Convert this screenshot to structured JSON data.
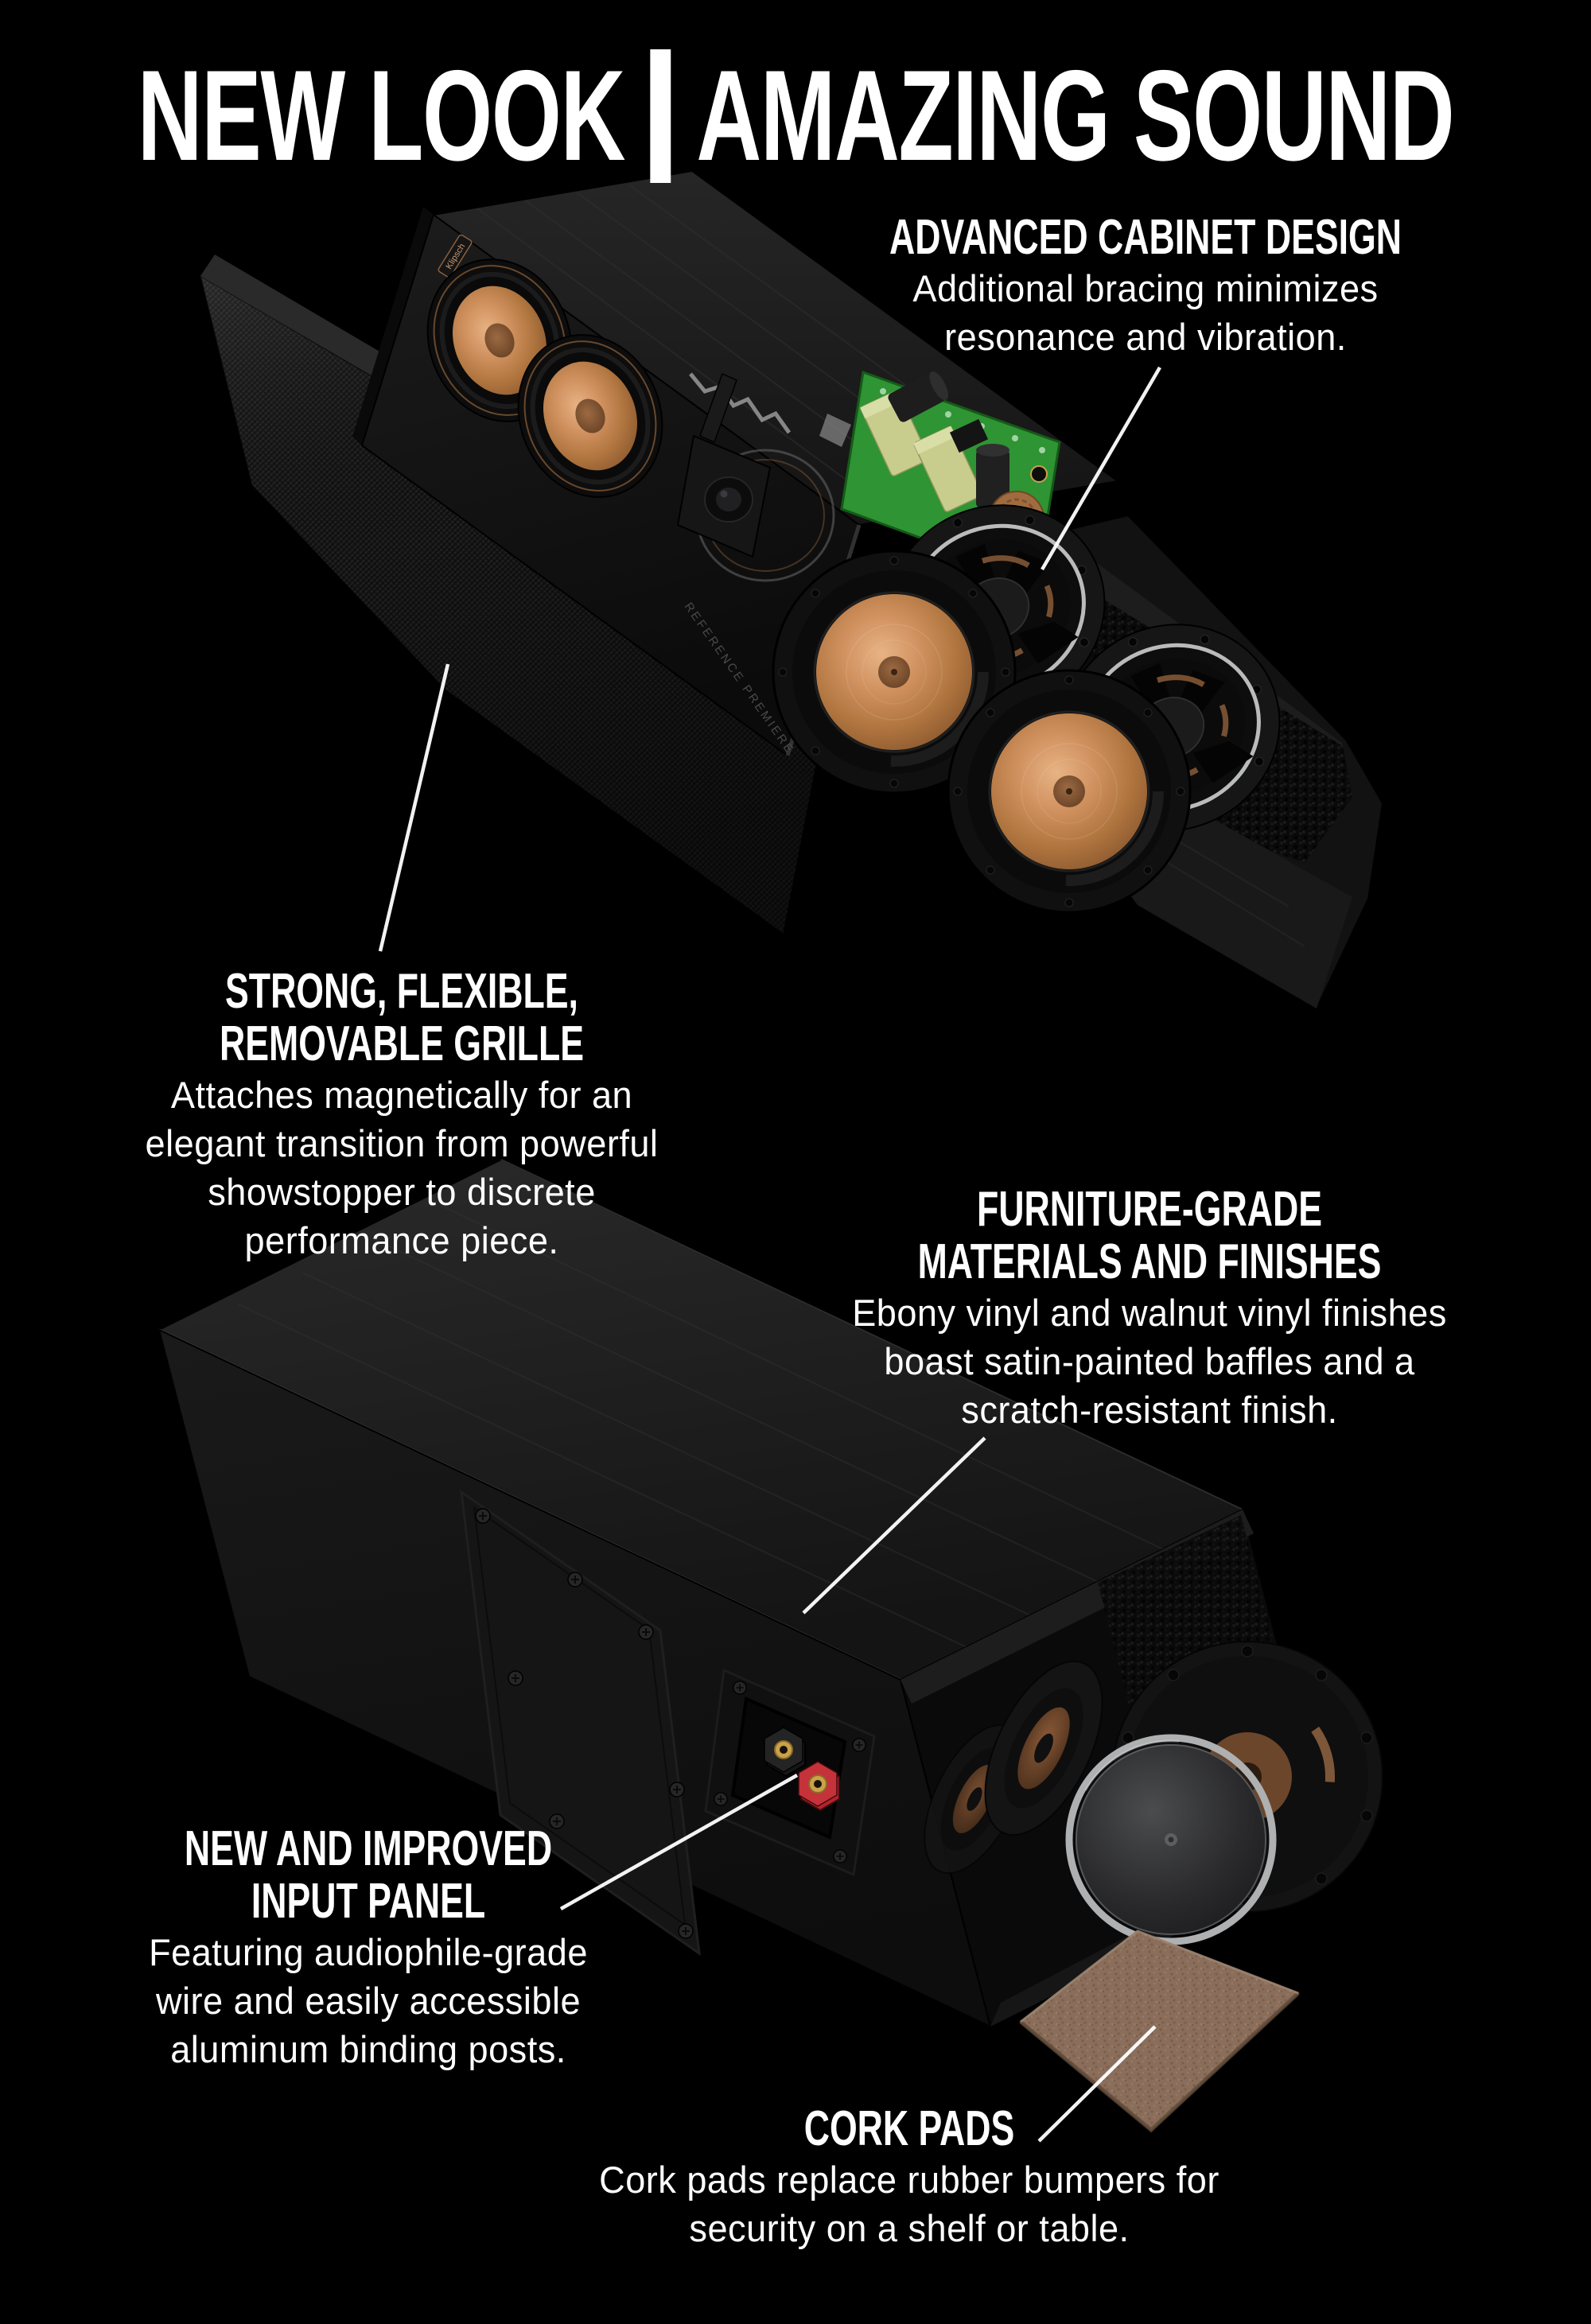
{
  "brand": "Klipsch",
  "headline": {
    "left": "NEW LOOK",
    "separator": "|",
    "right": "AMAZING SOUND"
  },
  "callouts": {
    "advanced_cabinet": {
      "title_lines": [
        "ADVANCED CABINET DESIGN"
      ],
      "body_lines": [
        "Additional bracing minimizes",
        "resonance and vibration."
      ]
    },
    "grille": {
      "title_lines": [
        "STRONG, FLEXIBLE,",
        "REMOVABLE GRILLE"
      ],
      "body_lines": [
        "Attaches magnetically for an",
        "elegant transition from powerful",
        "showstopper to discrete",
        "performance piece."
      ]
    },
    "materials": {
      "title_lines": [
        "FURNITURE-GRADE",
        "MATERIALS AND FINISHES"
      ],
      "body_lines": [
        "Ebony vinyl and walnut vinyl finishes",
        "boast satin-painted baffles and a",
        "scratch-resistant finish."
      ]
    },
    "input_panel": {
      "title_lines": [
        "NEW AND IMPROVED",
        "INPUT PANEL"
      ],
      "body_lines": [
        "Featuring audiophile-grade",
        "wire and easily accessible",
        "aluminum binding posts."
      ]
    },
    "cork_pads": {
      "title_lines": [
        "CORK PADS"
      ],
      "body_lines": [
        "Cork pads replace rubber bumpers for",
        "security on a shelf or table."
      ]
    }
  },
  "product": {
    "baffle_label": "REFERENCE PREMIERE"
  },
  "colors": {
    "background": "#000000",
    "text": "#ffffff",
    "copper": "#c08255",
    "pcb_green": "#2f9433",
    "capacitor_yellow": "#c8cd8d",
    "binding_post_red": "#b3242a",
    "cork": "#8a6e5b",
    "silver": "#aeb0b1"
  }
}
